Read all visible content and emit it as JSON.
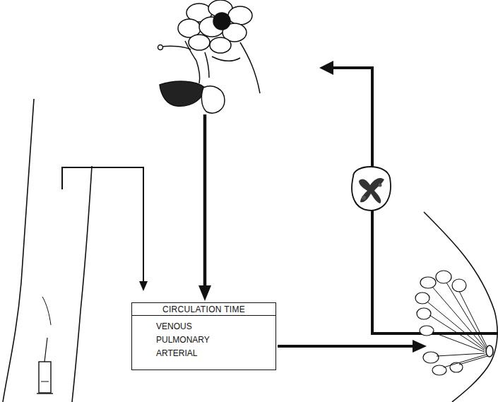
{
  "diagram": {
    "nodes": [
      {
        "text": [
          "CIRCULATION TIME",
          "VENOUS",
          "PULMONARY",
          "ARTERIAL"
        ]
      }
    ]
  }
}
